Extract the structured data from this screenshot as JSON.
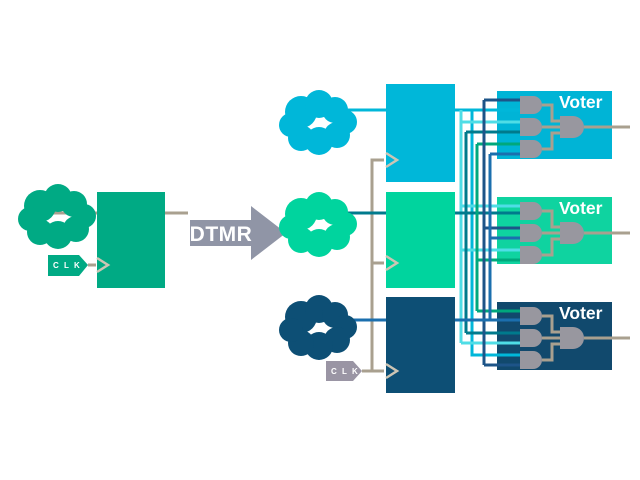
{
  "diagram": {
    "arrow_label": "DTMR",
    "clk_tags": [
      {
        "label": "C L K"
      },
      {
        "label": "C L K"
      }
    ],
    "voters": [
      {
        "label": "Voter"
      },
      {
        "label": "Voter"
      },
      {
        "label": "Voter"
      }
    ],
    "icons": {
      "cloud": "overlapping-circles-cloud",
      "and_gate": "d-shape-gate",
      "majority_gate": "d-shape-gate-large",
      "clock_input": "chevron-right-notch",
      "clk_tag": "pointed-label-tag",
      "dtmr_arrow": "block-arrow-right"
    },
    "colors": {
      "left_green": "#00aa84",
      "domain_cyan": "#00b7d9",
      "domain_mint": "#00d49e",
      "domain_navy": "#0d4f75",
      "voter_cyan": "#00b4d6",
      "voter_mint": "#0fd3a0",
      "voter_navy": "#11496d",
      "arrow_gray": "#9095a6",
      "clk_tag_gray": "#9a95a4",
      "wire_tan": "#a9a08f",
      "chevron_light": "#cdc5b4",
      "gate_gray": "#98979f",
      "wire_cyan": "#00b7d9",
      "wire_lightcyan": "#4fdde6",
      "wire_teal": "#007a8c",
      "wire_green": "#00a87c",
      "wire_blue": "#1b6fae",
      "wire_navy": "#1d5488"
    }
  }
}
